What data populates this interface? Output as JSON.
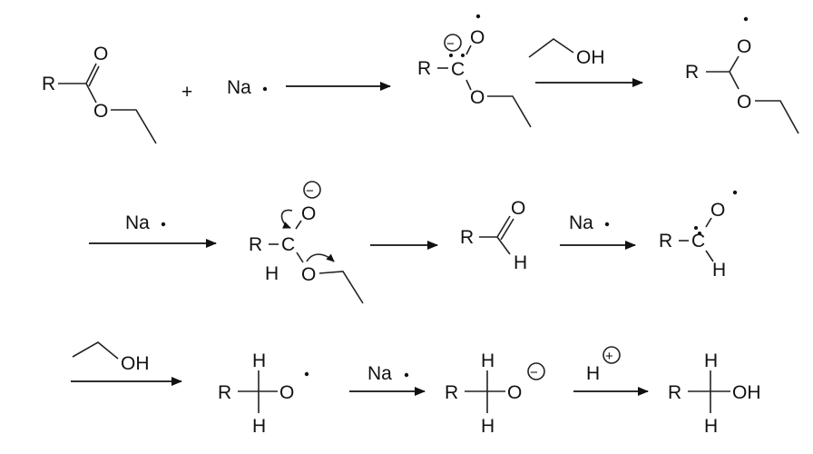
{
  "title": "Reduction of an ester with sodium in ethanol (Bouveault–Blanc mechanism)",
  "ink_color": "#111111",
  "row1": {
    "ester": {
      "r": "R",
      "o_carbonyl": "O",
      "o_ether": "O"
    },
    "plus": "+",
    "sodium": "Na",
    "radical_anion": {
      "r": "R",
      "c": "C",
      "o_radical": "O",
      "o_ether": "O",
      "charge": "−"
    },
    "reagent_ethanol": "OH",
    "ketal_radical": {
      "r": "R",
      "o_radical": "O",
      "o_ether": "O"
    }
  },
  "row2": {
    "sodium": "Na",
    "alkoxide": {
      "r": "R",
      "c": "C",
      "h": "H",
      "o_anion": "O",
      "o_ether": "O",
      "charge": "−"
    },
    "aldehyde": {
      "r": "R",
      "o": "O",
      "h": "H"
    },
    "sodium2": "Na",
    "ketyl": {
      "r": "R",
      "c": "C",
      "o": "O",
      "h": "H"
    }
  },
  "row3": {
    "reagent_ethanol": "OH",
    "alkoxy_radical": {
      "r": "R",
      "h_top": "H",
      "h_bottom": "H",
      "o": "O"
    },
    "sodium": "Na",
    "alkoxide": {
      "r": "R",
      "h_top": "H",
      "h_bottom": "H",
      "o": "O",
      "charge": "−"
    },
    "proton": {
      "h": "H",
      "charge": "+"
    },
    "alcohol": {
      "r": "R",
      "h_top": "H",
      "h_bottom": "H",
      "oh": "OH"
    }
  }
}
